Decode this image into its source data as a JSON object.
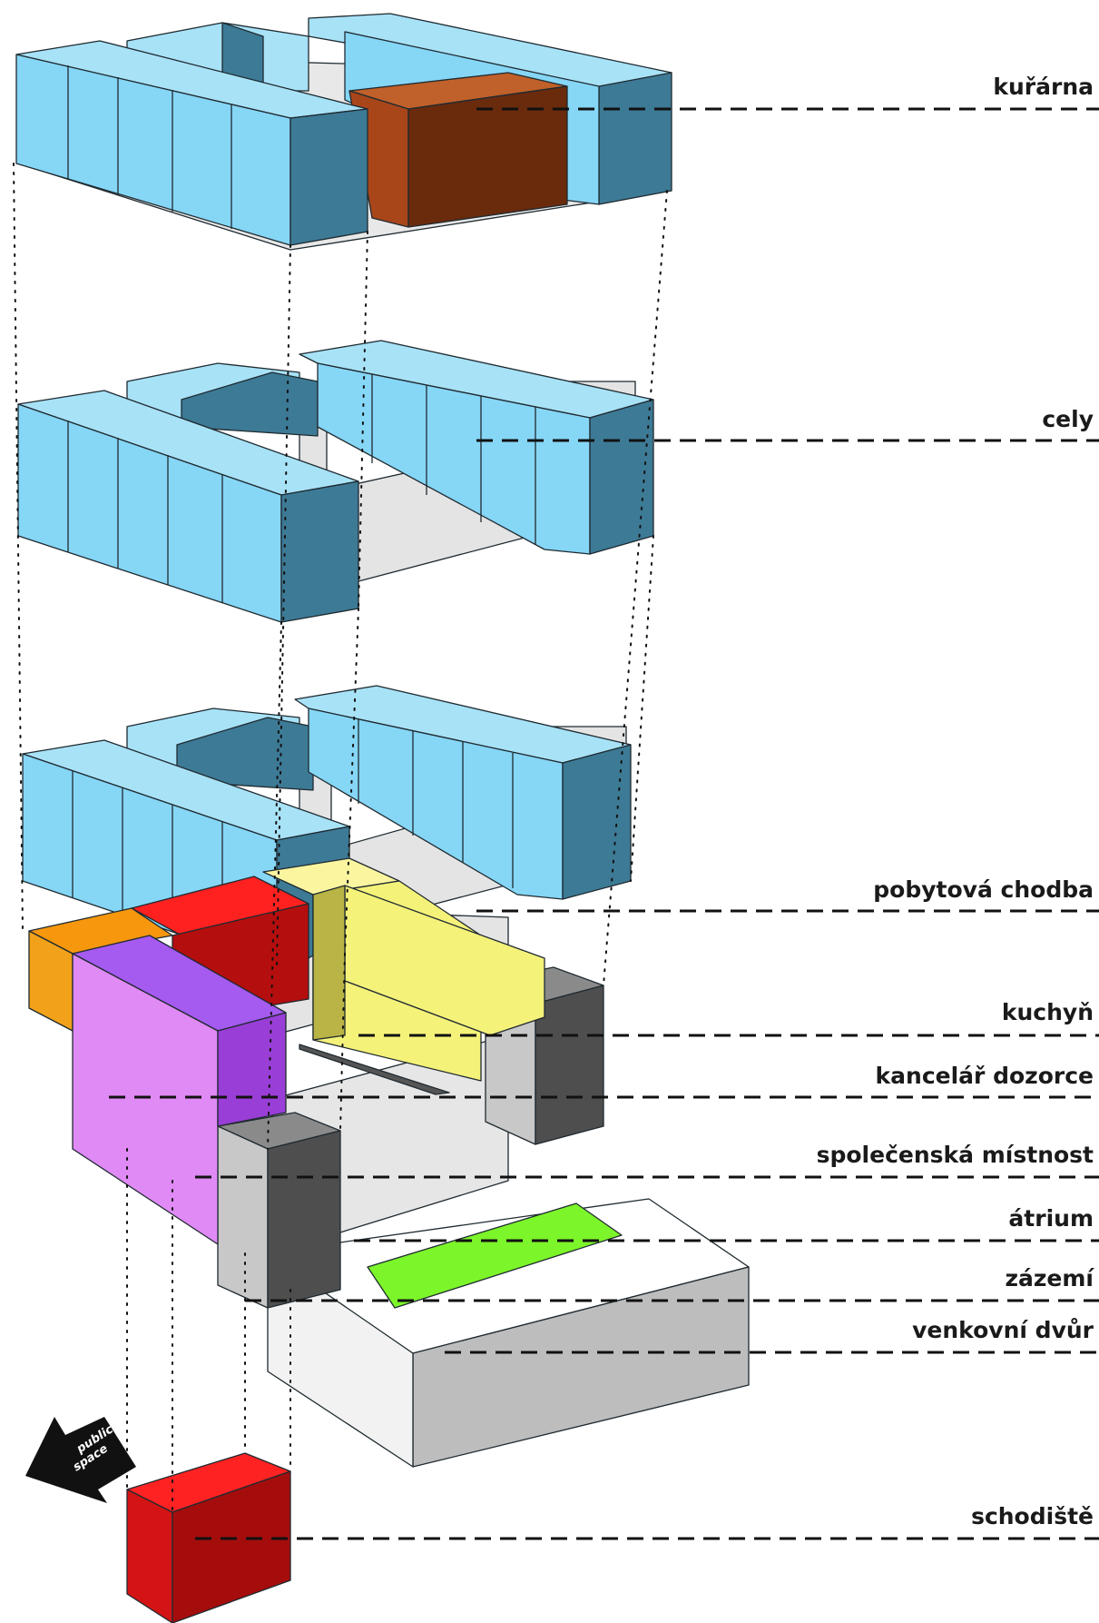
{
  "labels": {
    "kurarna": "kuřárna",
    "cely": "cely",
    "pobytova_chodba": "pobytová chodba",
    "kuchyn": "kuchyň",
    "kancelar_dozorce": "kancelář dozorce",
    "spolecenska_mistnost": "společenská místnost",
    "atrium": "átrium",
    "zazemi": "zázemí",
    "venkovni_dvur": "venkovní dvůr",
    "schodiste": "schodiště"
  },
  "public_space": {
    "line1": "public",
    "line2": "space"
  },
  "colors": {
    "cell_top": "#a8e2f7",
    "cell_front": "#86d6f6",
    "cell_side": "#3d7a96",
    "smoking_room": "#a8461a",
    "smoking_room_side": "#6a2a0c",
    "corridor_floor": "#e4e4e4",
    "kitchen": "#f5f27a",
    "warden_office": "#e01b1b",
    "common_room": "#cf7be8",
    "service_dark": "#4e4e4e",
    "outdoor_yard": "#7cf52a",
    "stairs": "#e31b1b",
    "corner_orange": "#f7970e"
  }
}
